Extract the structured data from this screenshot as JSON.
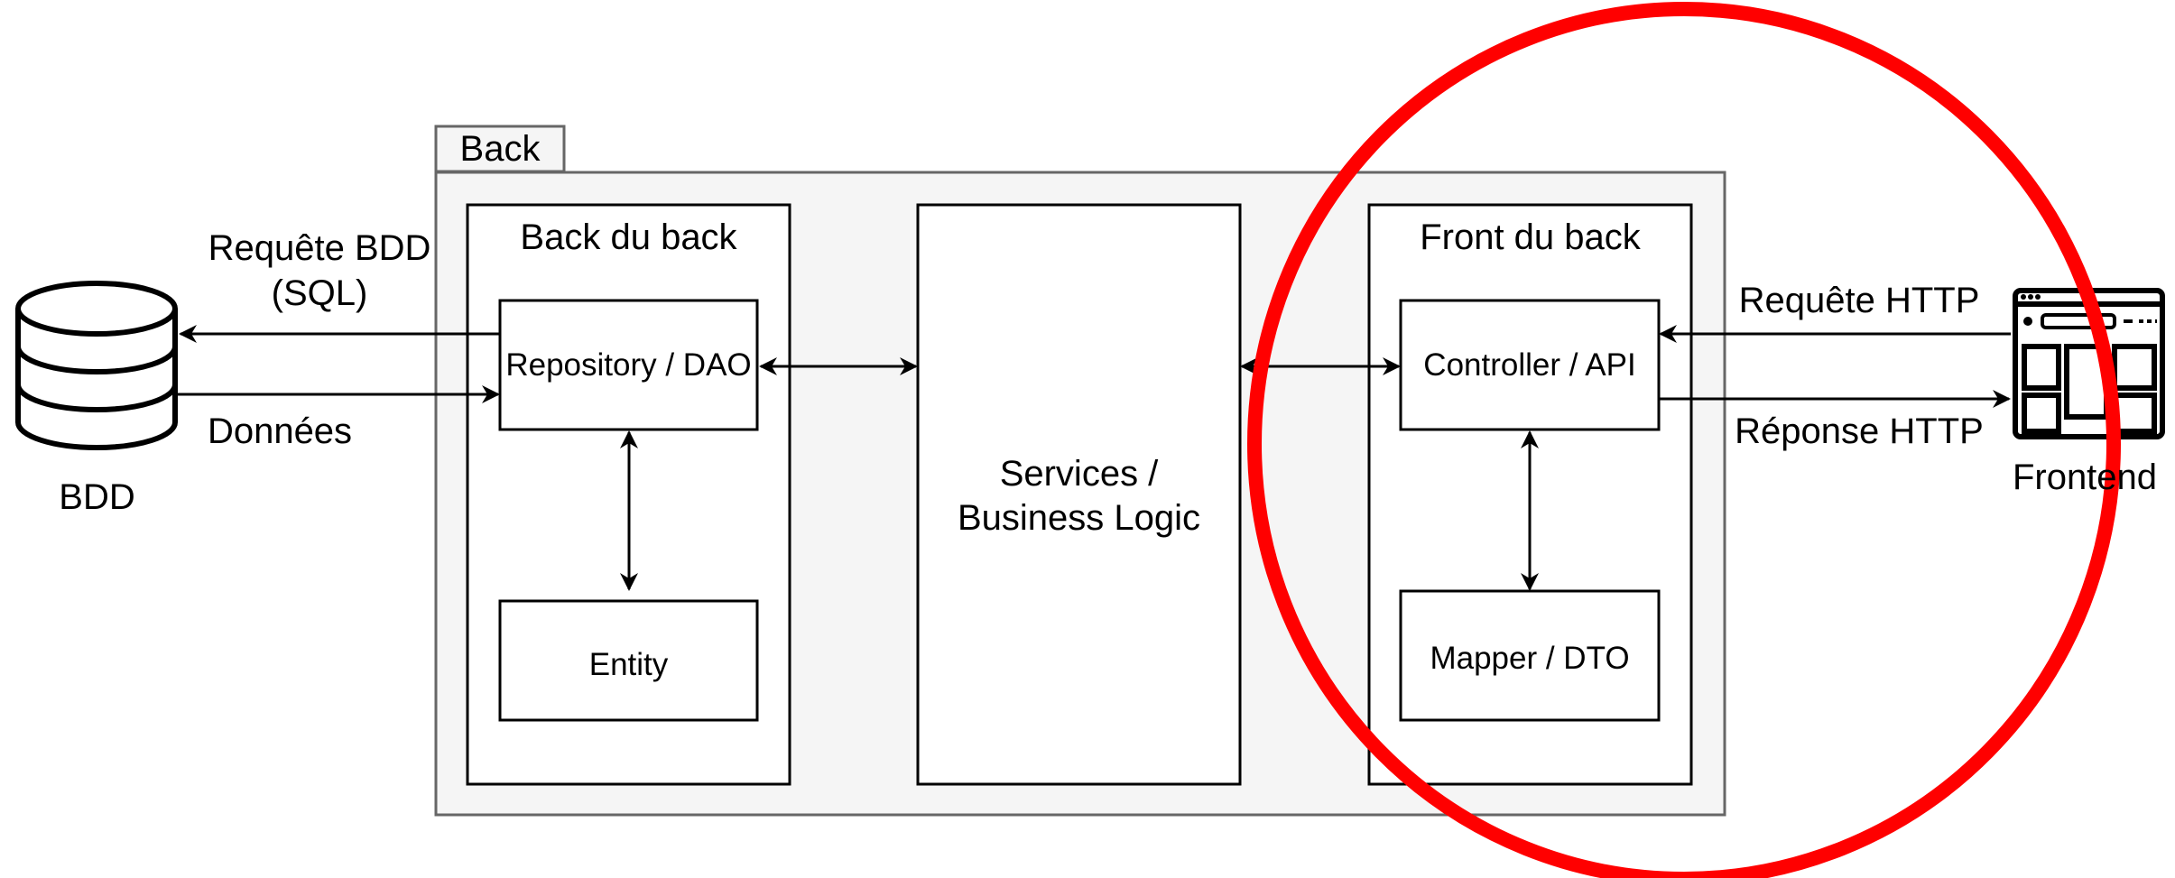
{
  "back_frame": {
    "tab_label": "Back"
  },
  "back_du_back": {
    "title": "Back du back",
    "repository": "Repository / DAO",
    "entity": "Entity"
  },
  "services": {
    "line1": "Services /",
    "line2": "Business Logic"
  },
  "front_du_back": {
    "title": "Front du back",
    "controller": "Controller / API",
    "mapper": "Mapper / DTO"
  },
  "database": {
    "label": "BDD",
    "request_line1": "Requête BDD",
    "request_line2": "(SQL)",
    "data_label": "Données"
  },
  "frontend": {
    "label": "Frontend",
    "request_label": "Requête HTTP",
    "response_label": "Réponse HTTP"
  },
  "icons": [
    "database-icon",
    "browser-window-icon"
  ],
  "colors": {
    "highlight_circle": "#ff0000",
    "back_container_fill": "#f5f5f5",
    "back_container_stroke": "#666666",
    "stroke": "#000000"
  }
}
